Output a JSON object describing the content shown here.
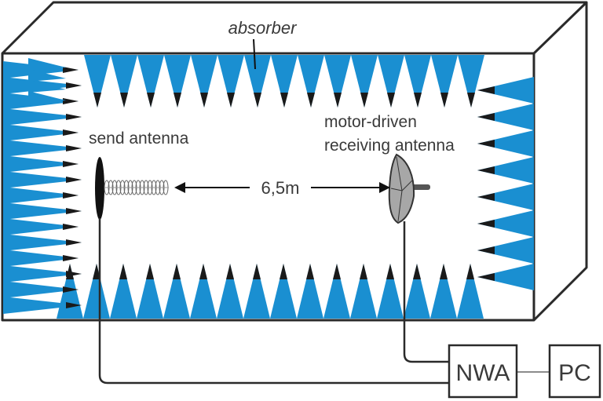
{
  "labels": {
    "absorber": "absorber",
    "send_antenna": "send antenna",
    "receiving_line1": "motor-driven",
    "receiving_line2": "receiving antenna",
    "distance": "6,5m",
    "nwa": "NWA",
    "pc": "PC"
  },
  "colors": {
    "absorber_blue": "#1a8fd1",
    "absorber_tip": "#1a1a1a",
    "outline": "#2a2a2a"
  }
}
